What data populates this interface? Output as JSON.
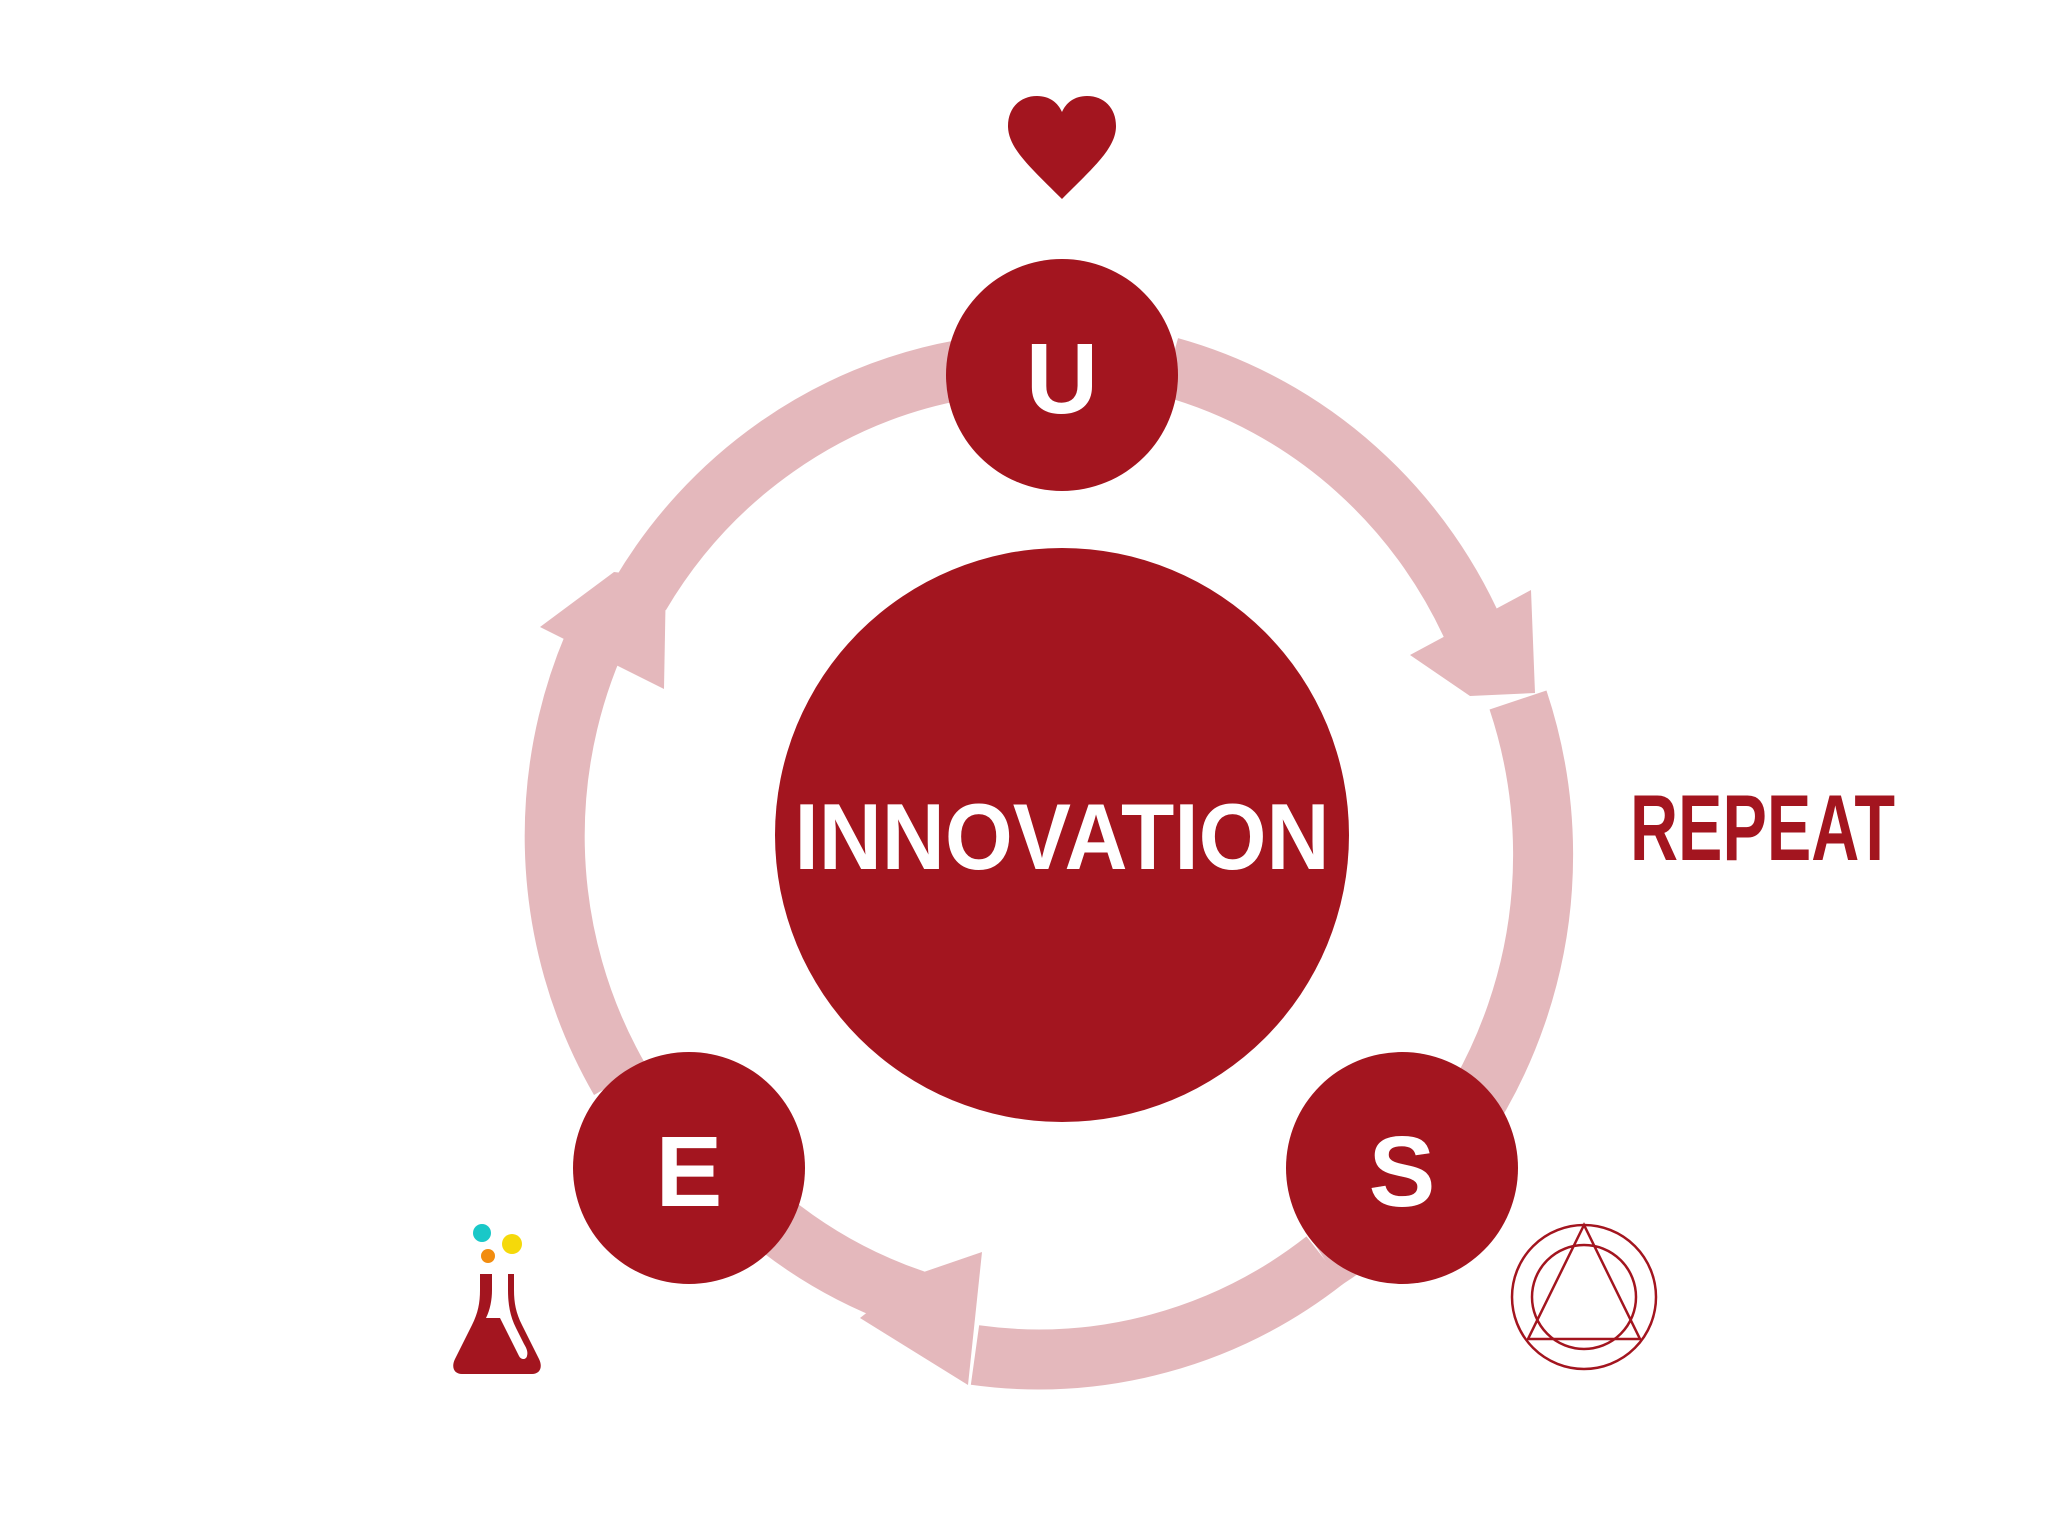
{
  "colors": {
    "primary": "#A3151F",
    "ring": "#E4B8BC",
    "text_on_primary": "#FFFFFF",
    "teal": "#19C8C8",
    "orange": "#F28C0F",
    "yellow": "#F5D90A"
  },
  "center": {
    "label": "INNOVATION"
  },
  "nodes": [
    {
      "key": "u",
      "label": "U",
      "icon": "heart-icon"
    },
    {
      "key": "s",
      "label": "S",
      "icon": "circle-triangle-icon"
    },
    {
      "key": "e",
      "label": "E",
      "icon": "flask-icon"
    }
  ],
  "side_label": "REPEAT"
}
